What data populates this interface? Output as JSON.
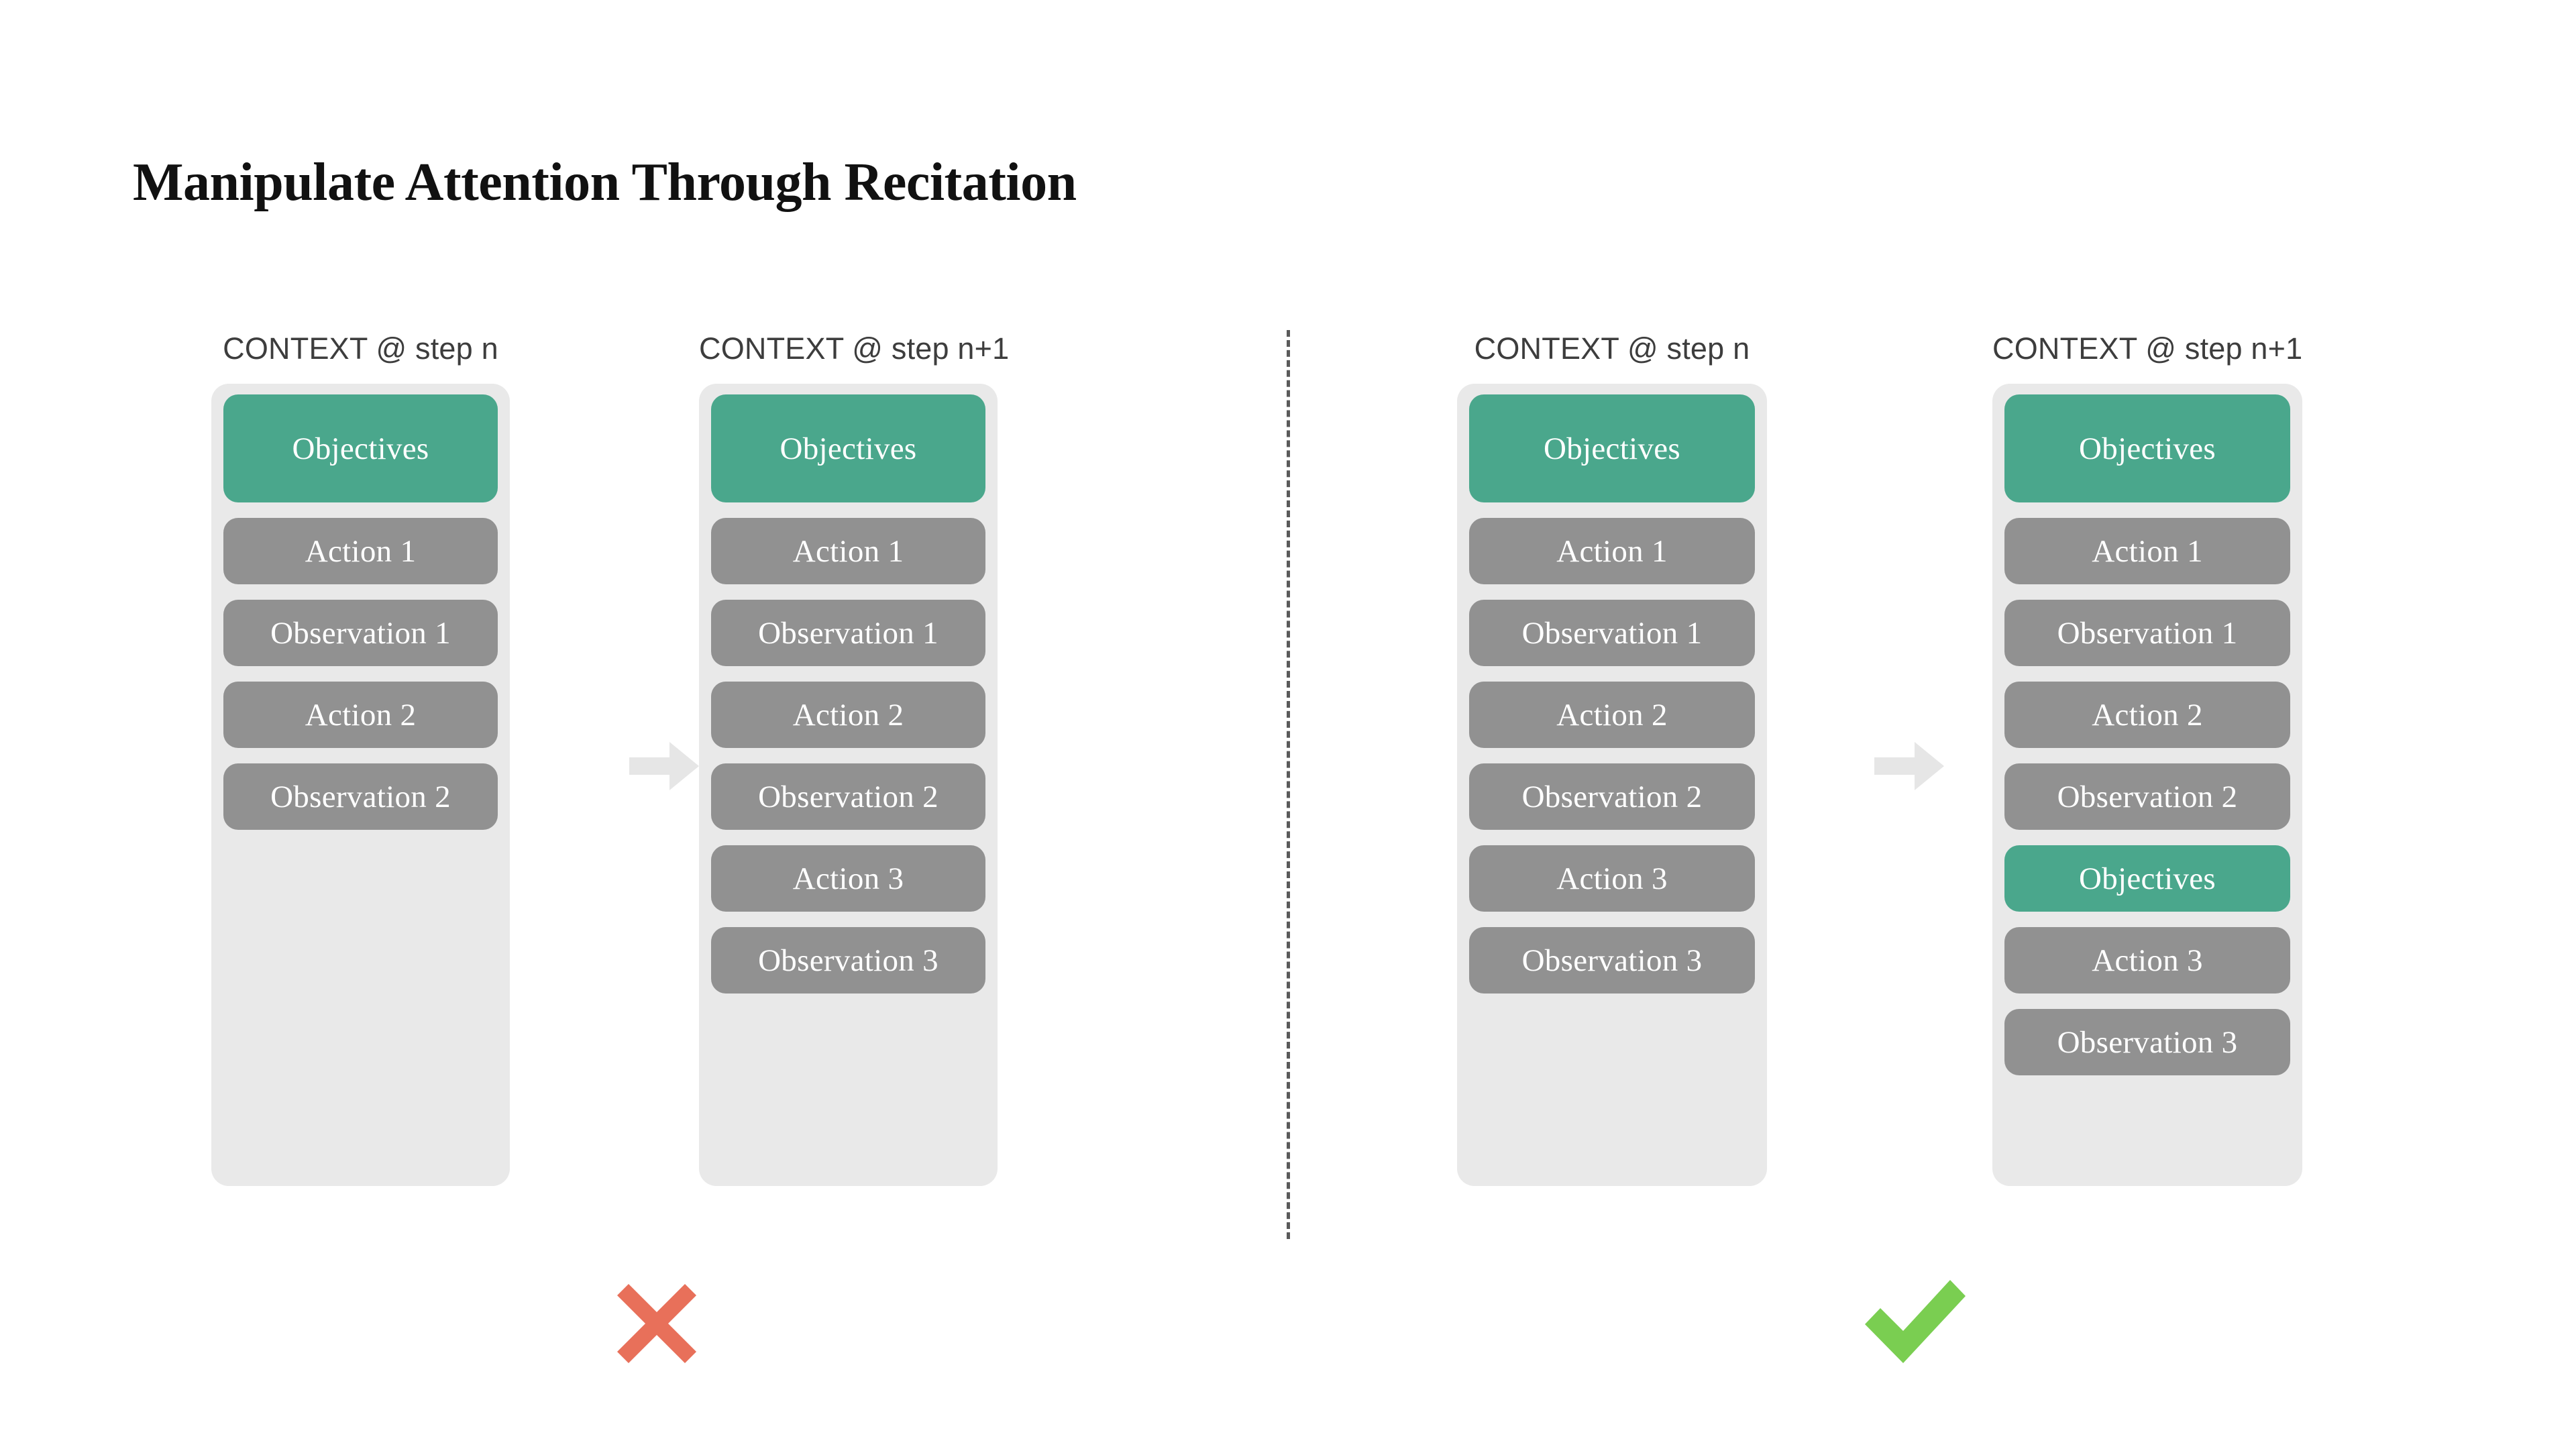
{
  "slide": {
    "title": "Manipulate Attention Through Recitation",
    "background_color": "#ffffff"
  },
  "colors": {
    "objective_green": "#4aa78c",
    "block_gray": "#919191",
    "panel_gray": "#e9e9e9",
    "arrow_gray": "#e6e6e6",
    "cross_red": "#e8705a",
    "check_green": "#7ace51",
    "divider_gray": "#5a5a5a",
    "header_text": "#3d3d3d",
    "title_text": "#111111"
  },
  "icons": {
    "arrow_left": "right-arrow-icon",
    "arrow_right": "right-arrow-icon",
    "cross": "cross-mark-icon",
    "check": "check-mark-icon"
  },
  "panels": [
    {
      "id": "bad-before",
      "header": "CONTEXT @ step n",
      "blocks": [
        {
          "label": "Objectives",
          "kind": "green",
          "size": "tall"
        },
        {
          "label": "Action 1",
          "kind": "gray",
          "size": "std"
        },
        {
          "label": "Observation 1",
          "kind": "gray",
          "size": "std"
        },
        {
          "label": "Action 2",
          "kind": "gray",
          "size": "std"
        },
        {
          "label": "Observation 2",
          "kind": "gray",
          "size": "std"
        }
      ]
    },
    {
      "id": "bad-after",
      "header": "CONTEXT @ step n+1",
      "blocks": [
        {
          "label": "Objectives",
          "kind": "green",
          "size": "tall"
        },
        {
          "label": "Action 1",
          "kind": "gray",
          "size": "std"
        },
        {
          "label": "Observation 1",
          "kind": "gray",
          "size": "std"
        },
        {
          "label": "Action 2",
          "kind": "gray",
          "size": "std"
        },
        {
          "label": "Observation 2",
          "kind": "gray",
          "size": "std"
        },
        {
          "label": "Action 3",
          "kind": "gray",
          "size": "std"
        },
        {
          "label": "Observation 3",
          "kind": "gray",
          "size": "std"
        }
      ]
    },
    {
      "id": "good-before",
      "header": "CONTEXT @ step n",
      "blocks": [
        {
          "label": "Objectives",
          "kind": "green",
          "size": "tall"
        },
        {
          "label": "Action 1",
          "kind": "gray",
          "size": "std"
        },
        {
          "label": "Observation 1",
          "kind": "gray",
          "size": "std"
        },
        {
          "label": "Action 2",
          "kind": "gray",
          "size": "std"
        },
        {
          "label": "Observation 2",
          "kind": "gray",
          "size": "std"
        },
        {
          "label": "Action 3",
          "kind": "gray",
          "size": "std"
        },
        {
          "label": "Observation 3",
          "kind": "gray",
          "size": "std"
        }
      ]
    },
    {
      "id": "good-after",
      "header": "CONTEXT @ step n+1",
      "blocks": [
        {
          "label": "Objectives",
          "kind": "green",
          "size": "tall"
        },
        {
          "label": "Action 1",
          "kind": "gray",
          "size": "std"
        },
        {
          "label": "Observation 1",
          "kind": "gray",
          "size": "std"
        },
        {
          "label": "Action 2",
          "kind": "gray",
          "size": "std"
        },
        {
          "label": "Observation 2",
          "kind": "gray",
          "size": "std"
        },
        {
          "label": "Objectives",
          "kind": "green",
          "size": "std"
        },
        {
          "label": "Action 3",
          "kind": "gray",
          "size": "std"
        },
        {
          "label": "Observation 3",
          "kind": "gray",
          "size": "std"
        }
      ]
    }
  ]
}
